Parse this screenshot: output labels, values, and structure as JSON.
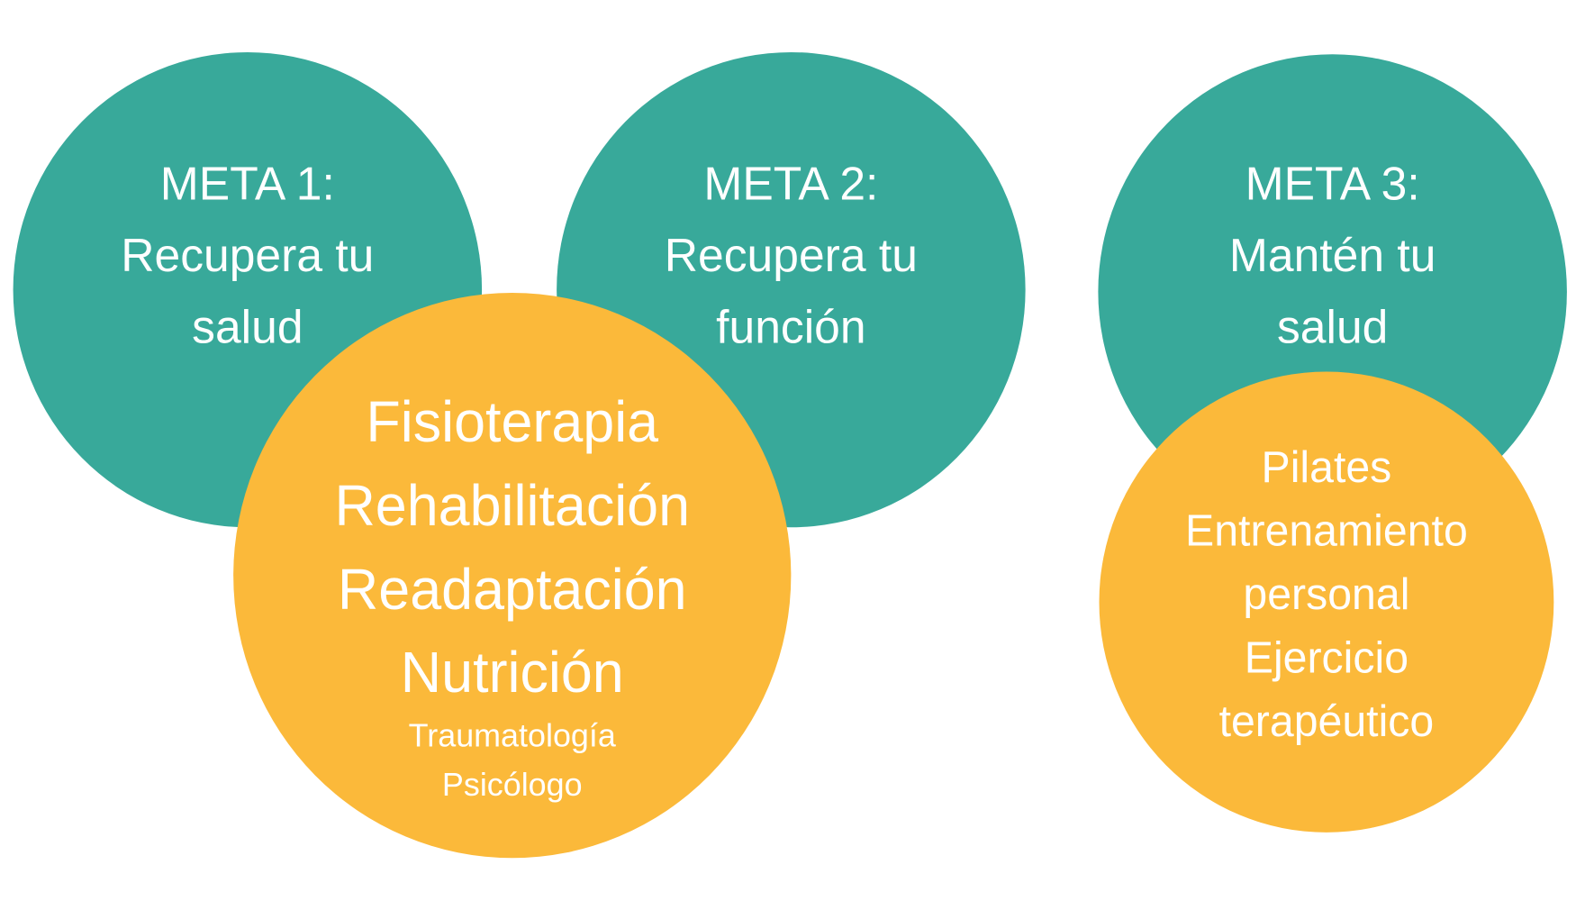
{
  "colors": {
    "teal": "#38A99A",
    "orange": "#FBB93A",
    "text": "#FFFFFF"
  },
  "goals": [
    {
      "lines": [
        "META 1:",
        "Recupera tu",
        "salud"
      ]
    },
    {
      "lines": [
        "META 2:",
        "Recupera tu",
        "función"
      ]
    },
    {
      "lines": [
        "META 3:",
        "Mantén tu",
        "salud"
      ]
    }
  ],
  "services_recovery": {
    "main": [
      "Fisioterapia",
      "Rehabilitación",
      "Readaptación",
      "Nutrición"
    ],
    "secondary": [
      "Traumatología",
      "Psicólogo"
    ]
  },
  "services_maintain": {
    "lines": [
      "Pilates",
      "Entrenamiento",
      "personal",
      "Ejercicio",
      "terapéutico"
    ]
  }
}
